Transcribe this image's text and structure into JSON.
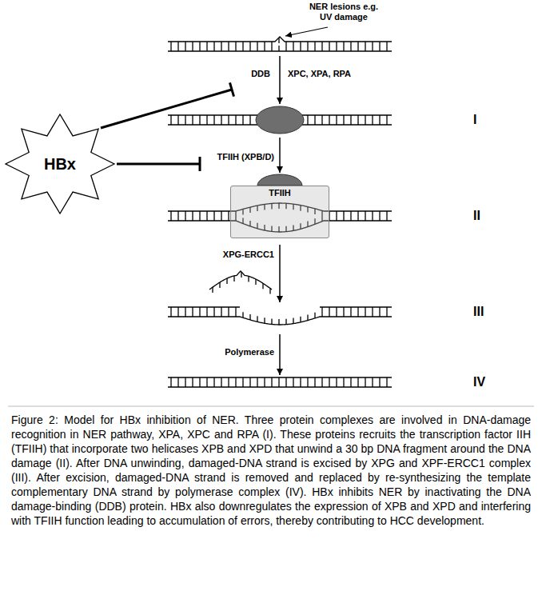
{
  "diagram": {
    "caption": "Figure 2: Model for HBx inhibition of NER. Three protein complexes are involved in DNA-damage recognition in NER pathway, XPA, XPC and RPA (I). These proteins recruits the transcription factor IIH (TFIIH) that incorporate two helicases XPB and XPD that unwind a 30 bp DNA fragment around the DNA damage (II). After DNA unwinding, damaged-DNA strand is excised by XPG and XPF-ERCC1 complex (III). After excision, damaged-DNA strand is removed and replaced by re-synthesizing the template complementary DNA strand by polymerase complex (IV). HBx inhibits NER by inactivating the DNA damage-binding (DDB) protein. HBx also downregulates the expression of XPB and XPD and interfering with TFIIH function leading to accumulation of errors, thereby contributing to HCC development.",
    "nodes": [
      {
        "text": [
          "HBx"
        ]
      },
      {
        "text": [
          "TFIIH"
        ]
      }
    ],
    "labels": [
      "NER lesions e.g. UV damage",
      "DDB",
      "XPC, XPA, RPA",
      "I",
      "TFIIH (XPB/D)",
      "II",
      "XPG-ERCC1",
      "III",
      "Polymerase",
      "IV"
    ]
  }
}
